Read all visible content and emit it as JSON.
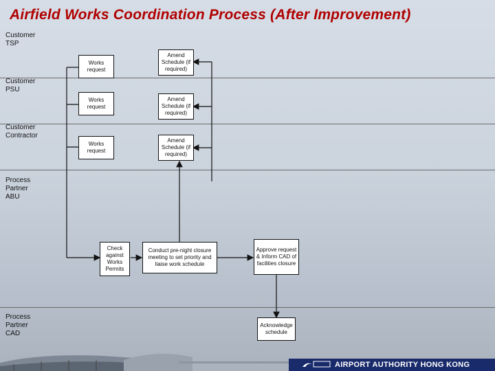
{
  "title": "Airfield Works Coordination Process (After Improvement)",
  "lanes": [
    {
      "label": "Customer\nTSP"
    },
    {
      "label": "Customer\nPSU"
    },
    {
      "label": "Customer\nContractor"
    },
    {
      "label": "Process\nPartner\nABU"
    },
    {
      "label": "Process\nPartner\nCAD"
    }
  ],
  "boxes": {
    "works_request_tsp": "Works request",
    "amend_tsp": "Amend Schedule (if required)",
    "works_request_psu": "Works request",
    "amend_psu": "Amend Schedule (if required)",
    "works_request_contractor": "Works request",
    "amend_contractor": "Amend Schedule (if required)",
    "check_permits": "Check against Works Permits",
    "conduct_meeting": "Conduct pre-night closure meeting to set priority and liaise work schedule",
    "approve_request": "Approve request & Inform CAD of facilities closure",
    "acknowledge": "Acknowledge schedule"
  },
  "footer": {
    "org_name": "AIRPORT AUTHORITY HONG KONG",
    "colors": {
      "bar": "#1a2b6b",
      "title": "#b00000"
    }
  }
}
